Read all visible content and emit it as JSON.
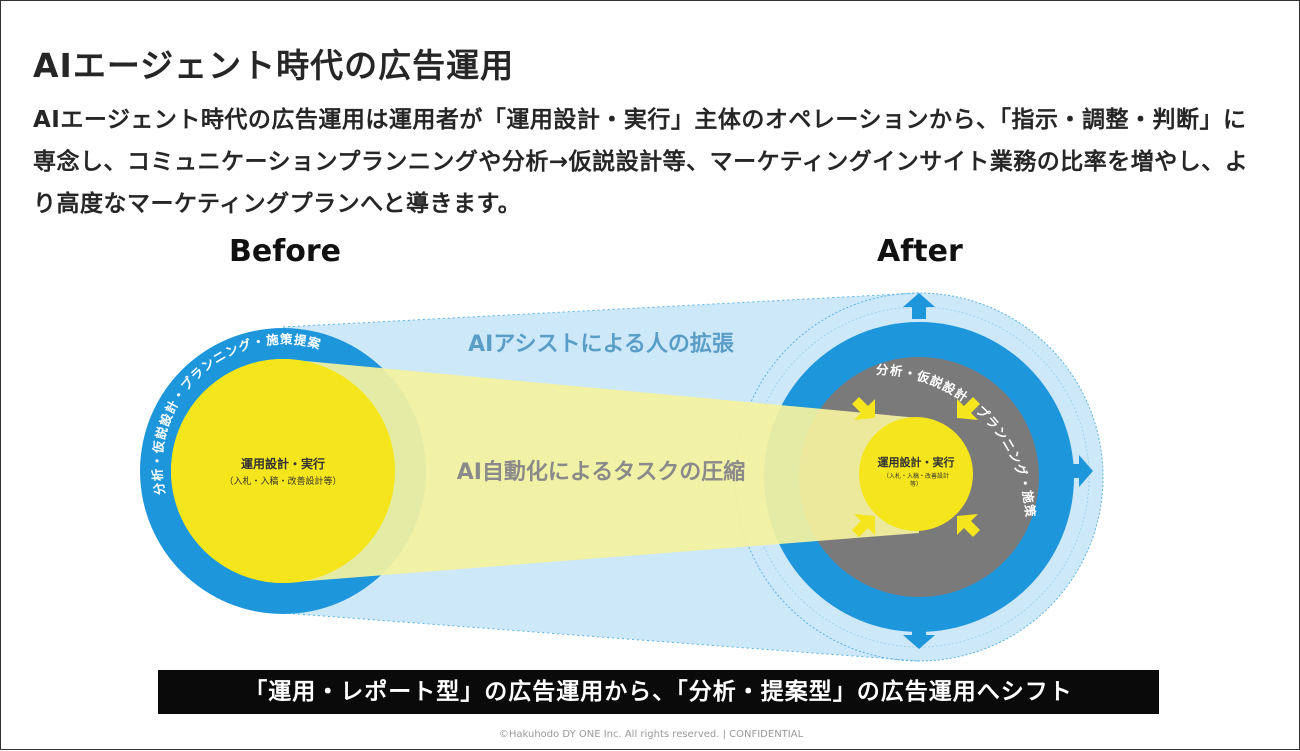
{
  "title": "AIエージェント時代の広告運用",
  "description": "AIエージェント時代の広告運用は運用者が「運用設計・実行」主体のオペレーションから、「指示・調整・判断」に専念し、コミュニケーションプランニングや分析→仮説設計等、マーケティングインサイト業務の比率を増やし、より高度なマーケティングプランへと導きます。",
  "before": {
    "label": "Before",
    "outer_ring": "分析・仮説設計・プランニング・施策提案",
    "core_title": "運用設計・実行",
    "core_sub": "（入札・入稿・改善設計等）"
  },
  "after": {
    "label": "After",
    "outer_ring": "分析・仮説設計・プランニング・施策提案",
    "core_title": "運用設計・実行",
    "core_sub_1": "（入札・入稿・改善設計",
    "core_sub_2": "等）"
  },
  "annotations": {
    "expansion": "AIアシストによる人の拡張",
    "compression": "AI自動化によるタスクの圧縮"
  },
  "banner": "「運用・レポート型」の広告運用から、「分析・提案型」の広告運用へシフト",
  "footer": "©Hakuhodo DY ONE Inc. All rights reserved. | CONFIDENTIAL",
  "colors": {
    "ring_blue": "#1e96dc",
    "core_yellow": "#f5e51c",
    "halo_light_blue": "#cde8f8",
    "gray_zone": "#7a7a7a",
    "annotation_blue": "#5a9ec8",
    "annotation_gray": "#8a8a8a"
  }
}
